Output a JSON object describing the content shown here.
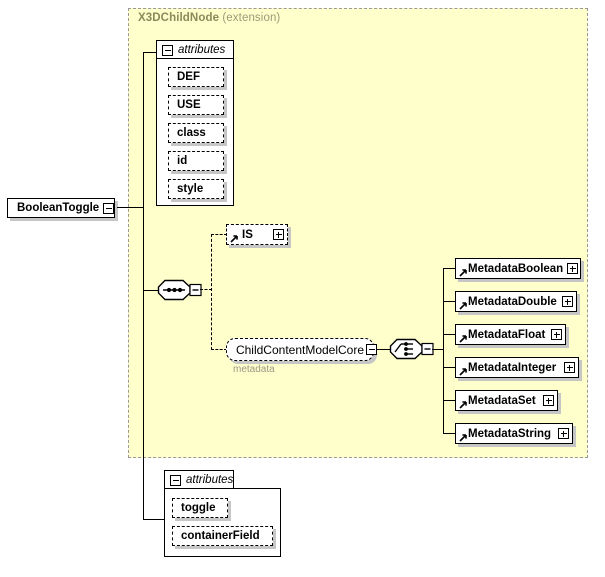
{
  "diagram": {
    "type": "xml-schema-diagram",
    "root_element": {
      "name": "BooleanToggle",
      "expander": "minus"
    },
    "extension_panel": {
      "title": "X3DChildNode",
      "subtitle": "(extension)"
    },
    "inherited_attributes_group": {
      "label": "attributes",
      "expander": "minus",
      "items": [
        {
          "name": "DEF"
        },
        {
          "name": "USE"
        },
        {
          "name": "class"
        },
        {
          "name": "id"
        },
        {
          "name": "style"
        }
      ]
    },
    "sequence_compositor": {
      "icon": "sequence-icon",
      "expander": "minus"
    },
    "sequence_children": [
      {
        "name": "IS",
        "style": "dashed",
        "expander": "plus",
        "reference": true
      },
      {
        "name": "ChildContentModelCore",
        "style": "group",
        "expander": "minus",
        "caption": "metadata"
      }
    ],
    "choice_compositor": {
      "icon": "choice-icon",
      "expander": "minus"
    },
    "metadata_nodes": [
      {
        "name": "MetadataBoolean",
        "expander": "plus",
        "reference": true
      },
      {
        "name": "MetadataDouble",
        "expander": "plus",
        "reference": true
      },
      {
        "name": "MetadataFloat",
        "expander": "plus",
        "reference": true
      },
      {
        "name": "MetadataInteger",
        "expander": "plus",
        "reference": true
      },
      {
        "name": "MetadataSet",
        "expander": "plus",
        "reference": true
      },
      {
        "name": "MetadataString",
        "expander": "plus",
        "reference": true
      }
    ],
    "own_attributes_group": {
      "label": "attributes",
      "expander": "minus",
      "items": [
        {
          "name": "toggle"
        },
        {
          "name": "containerField"
        }
      ]
    },
    "colors": {
      "panel_background": "#ffffcc",
      "panel_border": "#999999",
      "panel_title": "#8a8a5a",
      "node_background": "#ffffff",
      "node_border": "#000000",
      "shadow": "#c6c6c6",
      "caption": "#999988"
    }
  }
}
